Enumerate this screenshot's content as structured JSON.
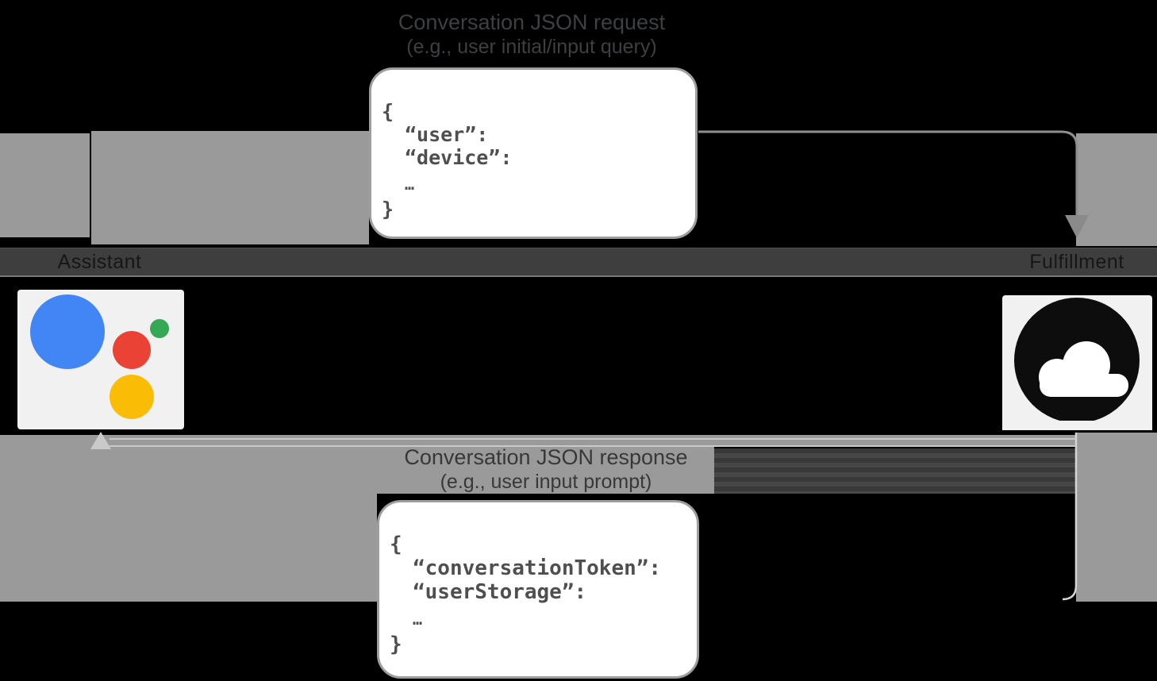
{
  "request_flow": {
    "title_line1": "Conversation JSON request",
    "title_line2": "(e.g., user initial/input query)",
    "payload_lines": [
      "{",
      "“user”:",
      "“device”:",
      "…",
      "}"
    ]
  },
  "response_flow": {
    "title_line1": "Conversation JSON response",
    "title_line2": "(e.g., user input prompt)",
    "payload_lines": [
      "{",
      "“conversationToken”:",
      "“userStorage”:",
      "…",
      "}"
    ]
  },
  "entities": {
    "assistant": {
      "label": "Assistant"
    },
    "fulfillment": {
      "label": "Fulfillment"
    }
  },
  "icons": {
    "assistant": "google-assistant-logo",
    "fulfillment": "cloud-icon"
  },
  "colors": {
    "background": "#000000",
    "arrow_band": "#9a9a9a",
    "label_band": "#3e3e3e",
    "title_text": "#3c4043",
    "json_text": "#4f4f4f",
    "box_border": "#9e9e9e",
    "tile_background": "#f1f1f1",
    "google_blue": "#4285f4",
    "google_red": "#ea4335",
    "google_green": "#34a853",
    "google_yellow": "#fbbc05",
    "cloud_glyph": "#0d0d0d"
  }
}
